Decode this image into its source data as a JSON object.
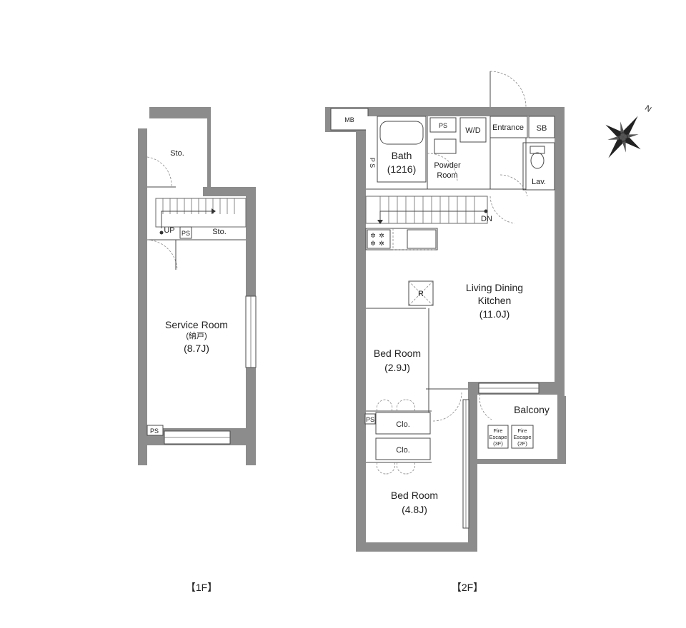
{
  "floor_1": {
    "label": "【1F】",
    "rooms": {
      "storage_top": "Sto.",
      "storage_stair": "Sto.",
      "up": "UP",
      "ps_top": "PS",
      "ps_bottom": "PS",
      "service_room_name": "Service Room",
      "service_room_jp": "(納戸)",
      "service_room_size": "(8.7J)"
    }
  },
  "floor_2": {
    "label": "【2F】",
    "rooms": {
      "mb": "MB",
      "ps_bath": "PS",
      "ps_side": "P S",
      "wd": "W/D",
      "entrance": "Entrance",
      "sb": "SB",
      "bath_name": "Bath",
      "bath_size": "(1216)",
      "powder_room_1": "Powder",
      "powder_room_2": "Room",
      "lav": "Lav.",
      "dn": "DN",
      "fridge": "R",
      "ldk_line1": "Living Dining",
      "ldk_line2": "Kitchen",
      "ldk_size": "(11.0J)",
      "bed1_name": "Bed Room",
      "bed1_size": "(2.9J)",
      "ps_closet": "PS",
      "clo_1": "Clo.",
      "clo_2": "Clo.",
      "balcony": "Balcony",
      "fire_escape_1a": "Fire",
      "fire_escape_1b": "Escape",
      "fire_escape_1c": "(3F)",
      "fire_escape_2a": "Fire",
      "fire_escape_2b": "Escape",
      "fire_escape_2c": "(2F)",
      "bed2_name": "Bed Room",
      "bed2_size": "(4.8J)"
    }
  },
  "compass": {
    "north": "N"
  },
  "colors": {
    "wall": "#8c8c8c",
    "line": "#4a4a4a",
    "text": "#222222"
  }
}
